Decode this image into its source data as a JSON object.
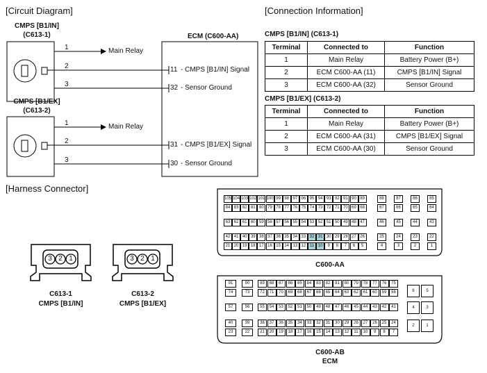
{
  "sections": {
    "circuit_diagram": "[Circuit Diagram]",
    "connection_information": "[Connection Information]",
    "harness_connector": "[Harness Connector]"
  },
  "sensors": [
    {
      "title": "CMPS [B1/IN]",
      "connector": "(C613-1)"
    },
    {
      "title": "CMPS [B1/EX]",
      "connector": "(C613-2)"
    }
  ],
  "ecm_title": "ECM (C600-AA)",
  "wires_top": [
    {
      "pin": "1",
      "label": "Main Relay"
    },
    {
      "pin": "2",
      "ecm_pin": "11",
      "label": "- CMPS [B1/IN] Signal"
    },
    {
      "pin": "3",
      "ecm_pin": "32",
      "label": "- Sensor Ground"
    }
  ],
  "wires_bottom": [
    {
      "pin": "1",
      "label": "Main Relay"
    },
    {
      "pin": "2",
      "ecm_pin": "31",
      "label": "- CMPS [B1/EX] Signal"
    },
    {
      "pin": "3",
      "ecm_pin": "30",
      "label": "- Sensor Ground"
    }
  ],
  "tables": [
    {
      "title": "CMPS [B1/IN] (C613-1)",
      "headers": [
        "Terminal",
        "Connected to",
        "Function"
      ],
      "rows": [
        [
          "1",
          "Main Relay",
          "Battery Power (B+)"
        ],
        [
          "2",
          "ECM C600-AA (11)",
          "CMPS [B1/IN] Signal"
        ],
        [
          "3",
          "ECM C600-AA (32)",
          "Sensor Ground"
        ]
      ]
    },
    {
      "title": "CMPS [B1/EX] (C613-2)",
      "headers": [
        "Terminal",
        "Connected to",
        "Function"
      ],
      "rows": [
        [
          "1",
          "Main Relay",
          "Battery Power (B+)"
        ],
        [
          "2",
          "ECM C600-AA (31)",
          "CMPS [B1/EX] Signal"
        ],
        [
          "3",
          "ECM C600-AA (30)",
          "Sensor Ground"
        ]
      ]
    }
  ],
  "small_connectors": [
    {
      "pins": [
        "3",
        "2",
        "1"
      ],
      "name": "C613-1",
      "desc": "CMPS [B1/IN]"
    },
    {
      "pins": [
        "3",
        "2",
        "1"
      ],
      "name": "C613-2",
      "desc": "CMPS [B1/EX]"
    }
  ],
  "ecm_connectors": {
    "aa_label": "C600-AA",
    "ab_label": "C600-AB",
    "ab_sub": "ECM",
    "highlight_color": "#a8d4d8",
    "highlighted_pins": [
      "32",
      "31",
      "11",
      "10"
    ],
    "aa_rows": [
      [
        "105",
        "104",
        "103",
        "102",
        "101",
        "100",
        "99",
        "98",
        "97",
        "96",
        "95",
        "94",
        "93",
        "92",
        "91",
        "90",
        "89"
      ],
      [
        "84",
        "83",
        "82",
        "81",
        "80",
        "79",
        "78",
        "77",
        "76",
        "75",
        "74",
        "73",
        "72",
        "71",
        "70",
        "69",
        "68"
      ],
      [
        "63",
        "62",
        "61",
        "60",
        "59",
        "58",
        "57",
        "56",
        "55",
        "54",
        "53",
        "52",
        "51",
        "50",
        "49",
        "48",
        "47"
      ],
      [
        "42",
        "41",
        "40",
        "39",
        "38",
        "37",
        "36",
        "35",
        "34",
        "33",
        "32",
        "31",
        "30",
        "29",
        "28",
        "27",
        "26"
      ],
      [
        "21",
        "20",
        "19",
        "18",
        "17",
        "16",
        "15",
        "14",
        "13",
        "12",
        "11",
        "10",
        "9",
        "8",
        "7",
        "6",
        "5"
      ]
    ],
    "aa_right": [
      [
        "88",
        "87",
        "86",
        "85"
      ],
      [
        "67",
        "66",
        "65",
        "64"
      ],
      [
        "46",
        "45",
        "44",
        "43"
      ],
      [
        "25",
        "24",
        "23",
        "22"
      ],
      [
        "4",
        "3",
        "2",
        "1"
      ]
    ],
    "ab_left": [
      [
        "91",
        "90"
      ],
      [
        "74",
        "73"
      ],
      [
        "57",
        "56"
      ],
      [
        "40",
        "39"
      ],
      [
        "23",
        "22"
      ]
    ],
    "ab_rows": [
      [
        "89",
        "88",
        "87",
        "86",
        "85",
        "84",
        "83",
        "82",
        "81",
        "80",
        "79",
        "78",
        "77",
        "76",
        "75"
      ],
      [
        "72",
        "71",
        "70",
        "69",
        "68",
        "67",
        "66",
        "65",
        "64",
        "63",
        "62",
        "61",
        "60",
        "59",
        "58"
      ],
      [
        "55",
        "54",
        "53",
        "52",
        "51",
        "50",
        "49",
        "48",
        "47",
        "46",
        "45",
        "44",
        "43",
        "42",
        "41"
      ],
      [
        "38",
        "37",
        "36",
        "35",
        "34",
        "33",
        "32",
        "31",
        "30",
        "29",
        "28",
        "27",
        "26",
        "25",
        "24"
      ],
      [
        "21",
        "20",
        "19",
        "18",
        "17",
        "16",
        "15",
        "14",
        "13",
        "12",
        "11",
        "10",
        "9",
        "8",
        "7"
      ]
    ],
    "ab_right": [
      [
        "6",
        "5"
      ],
      [
        "4",
        "3"
      ],
      [
        "2",
        "1"
      ]
    ]
  }
}
